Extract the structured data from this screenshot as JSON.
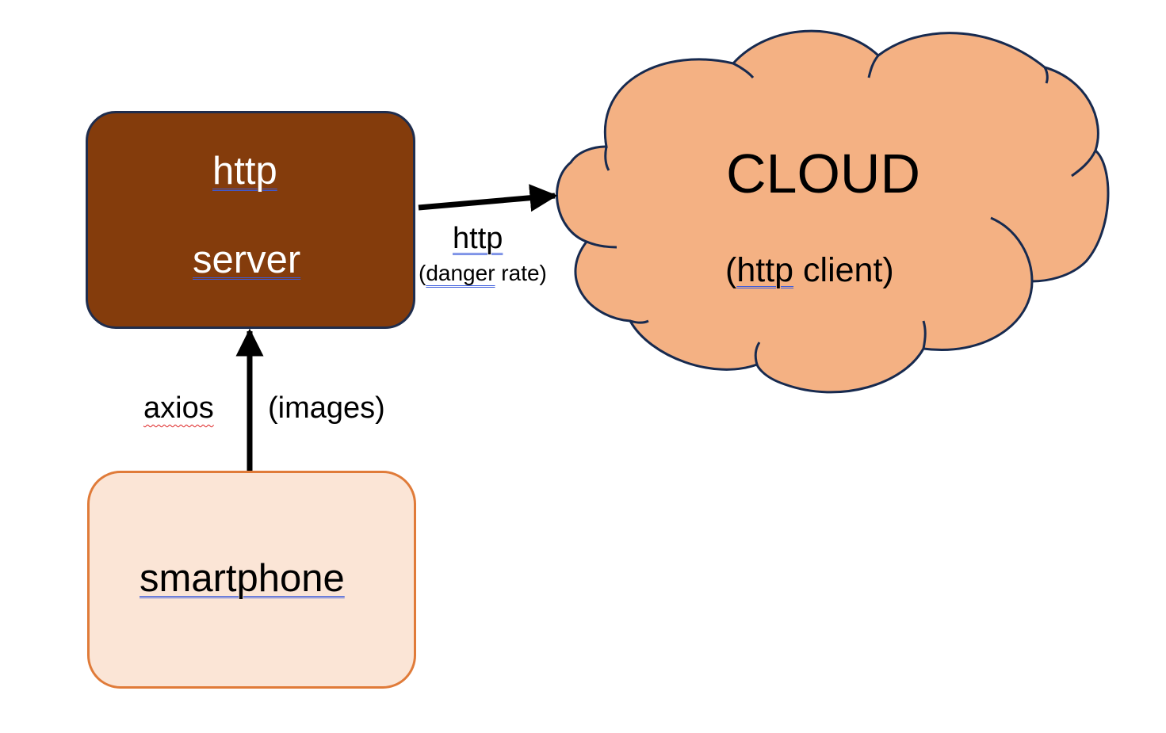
{
  "server": {
    "line1": "http",
    "line2": "server",
    "fill": "#843c0c",
    "border": "#1f2d4d",
    "text_color": "#ffffff"
  },
  "cloud": {
    "title": "CLOUD",
    "subtitle_pre": "(",
    "subtitle_word": "http",
    "subtitle_post": " client)",
    "fill": "#f4b183",
    "border": "#172a4f"
  },
  "smartphone": {
    "label": "smartphone",
    "fill": "#fbe5d6",
    "border": "#e07b39"
  },
  "edges": {
    "server_to_cloud": {
      "label_top": "http",
      "label_bottom_pre": "(",
      "label_bottom_word": "danger",
      "label_bottom_post": " rate)"
    },
    "phone_to_server": {
      "label_left": "axios",
      "label_right": "(images)"
    },
    "arrow_color": "#000000"
  }
}
